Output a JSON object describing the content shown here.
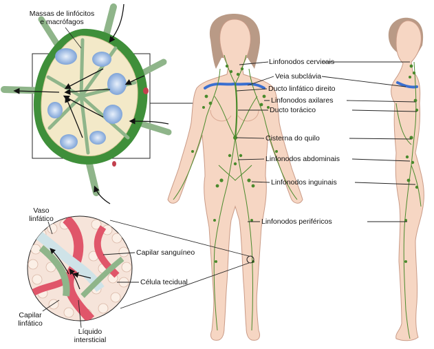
{
  "labels": {
    "massas": "Massas de linfócitos\ne macrófagos",
    "cervicais": "Linfonodos cervicais",
    "subclavia": "Veia subclávia",
    "ducto_direito": "Ducto linfático direito",
    "axilares": "Linfonodos axilares",
    "toracico": "Ducto torácico",
    "cisterna": "Cisterna do quilo",
    "abdominais": "Linfonodos abdominais",
    "inguinais": "Linfonodos inguinais",
    "perifericos": "Linfonodos periféricos",
    "vaso": "Vaso\nlinfático",
    "capilar_sanguineo": "Capilar sanguíneo",
    "celula": "Célula tecidual",
    "capilar_linfatico": "Capilar\nlinfático",
    "liquido": "Líquido\nintersticial"
  },
  "colors": {
    "skin": "#f6d6c3",
    "skin_outline": "#c99a86",
    "lymph_green": "#4a8a2c",
    "node_capsule": "#3f8f3a",
    "node_cortex": "#f3e9c8",
    "germinal_center": "#9ab6e0",
    "vein_blue": "#3b6fd0",
    "blood_red": "#e0566a",
    "lymph_capillary": "#8fb58a",
    "hair": "#b99a86"
  }
}
